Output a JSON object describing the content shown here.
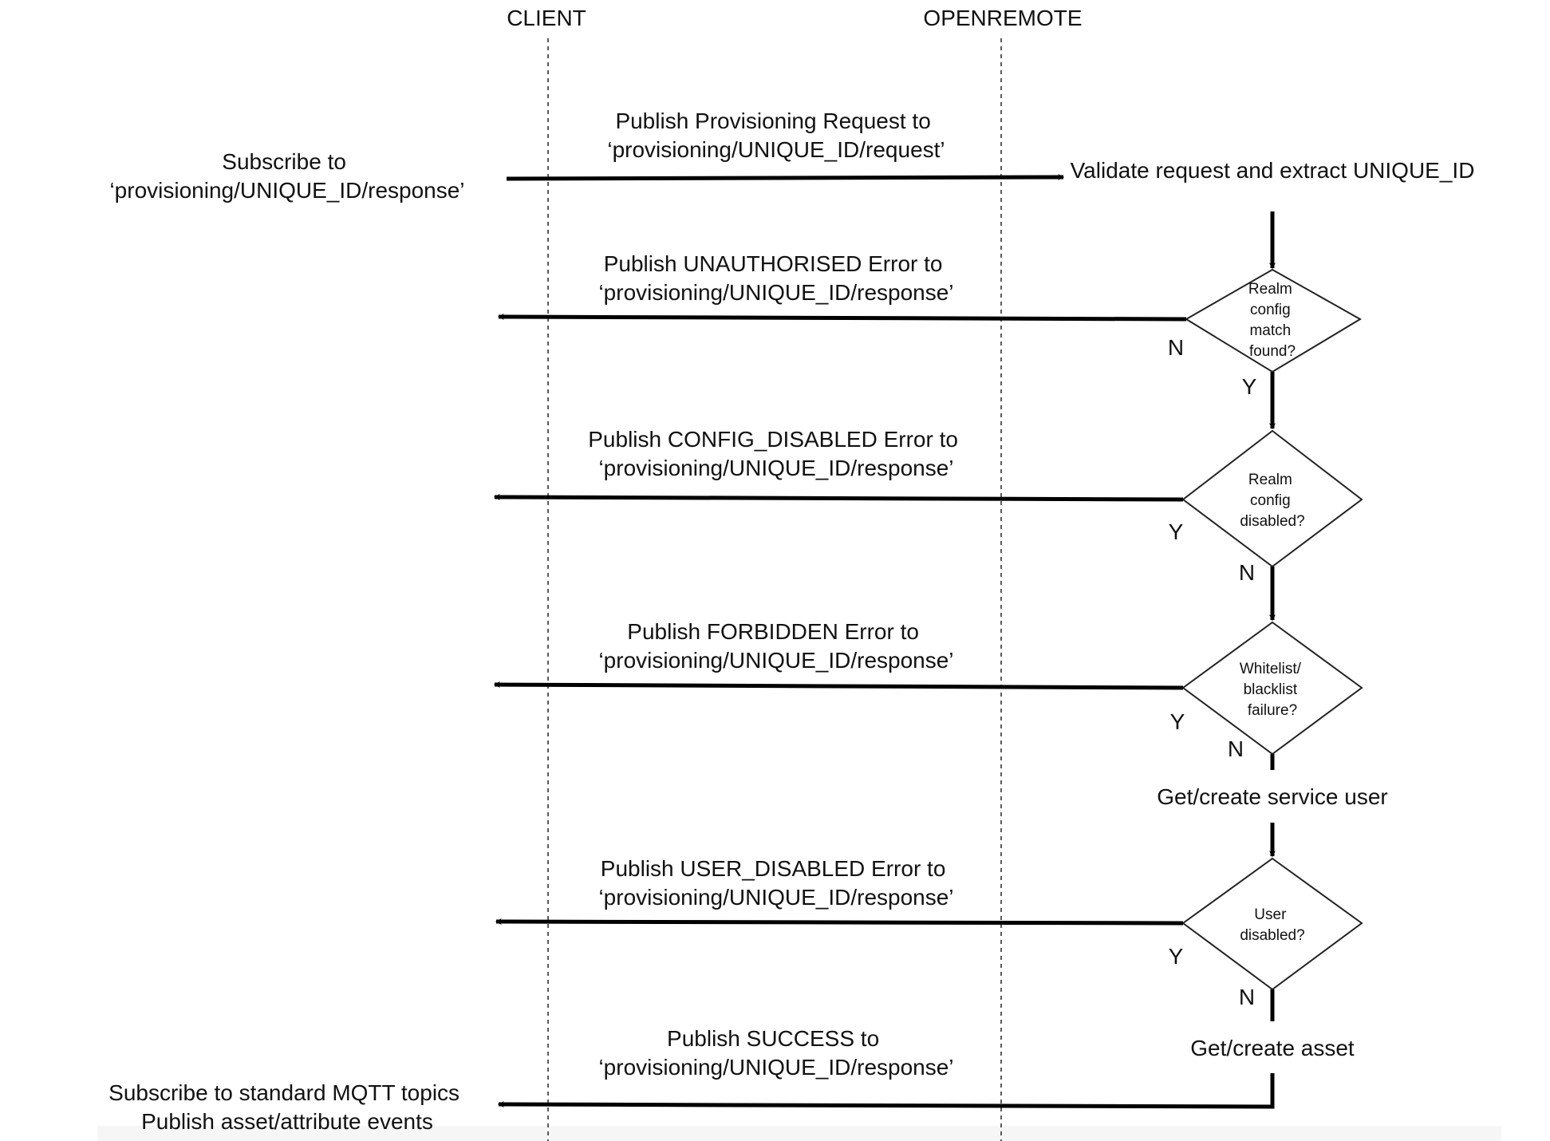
{
  "lanes": {
    "client": "CLIENT",
    "openremote": "OPENREMOTE"
  },
  "client_notes": {
    "subscribe": [
      "Subscribe to",
      "‘provisioning/UNIQUE_ID/response’"
    ],
    "final": [
      "Subscribe to standard MQTT topics",
      "Publish asset/attribute events"
    ]
  },
  "messages": {
    "request": [
      "Publish Provisioning Request to",
      "‘provisioning/UNIQUE_ID/request’"
    ],
    "unauthorised": [
      "Publish UNAUTHORISED Error to",
      "‘provisioning/UNIQUE_ID/response’"
    ],
    "config_disabled": [
      "Publish CONFIG_DISABLED Error to",
      "‘provisioning/UNIQUE_ID/response’"
    ],
    "forbidden": [
      "Publish FORBIDDEN Error to",
      "‘provisioning/UNIQUE_ID/response’"
    ],
    "user_disabled": [
      "Publish USER_DISABLED Error to",
      "‘provisioning/UNIQUE_ID/response’"
    ],
    "success": [
      "Publish SUCCESS to",
      "‘provisioning/UNIQUE_ID/response’"
    ]
  },
  "steps": {
    "validate": "Validate request and extract UNIQUE_ID",
    "service_user": "Get/create service user",
    "asset": "Get/create asset"
  },
  "decisions": {
    "realm_match": [
      "Realm",
      "config",
      "match",
      "found?"
    ],
    "config_disabled": [
      "Realm",
      "config",
      "disabled?"
    ],
    "whitelist": [
      "Whitelist/",
      "blacklist",
      "failure?"
    ],
    "user_disabled": [
      "User",
      "disabled?"
    ]
  },
  "branches": {
    "realm_match_no": "N",
    "realm_match_yes": "Y",
    "config_disabled_yes": "Y",
    "config_disabled_no": "N",
    "whitelist_yes": "Y",
    "whitelist_no": "N",
    "user_disabled_yes": "Y",
    "user_disabled_no": "N"
  }
}
